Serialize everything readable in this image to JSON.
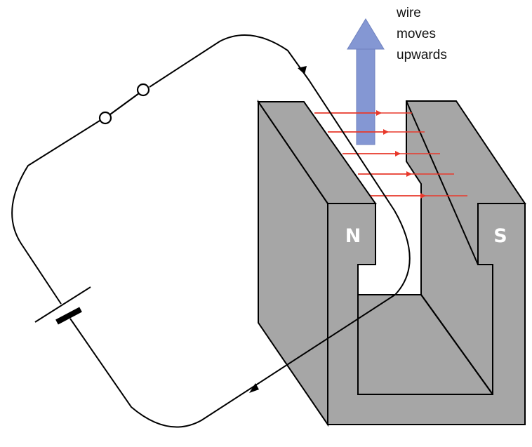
{
  "caption": {
    "lines": [
      "wire",
      "moves",
      "upwards"
    ]
  },
  "magnet": {
    "north_label": "N",
    "south_label": "S"
  },
  "colors": {
    "magnet": "#a6a6a6",
    "field_lines": "#e8392b",
    "force_arrow": "#8497d3",
    "wire": "#000000"
  },
  "icons": [
    "switch-icon",
    "battery-cell-icon",
    "current-direction-arrow-icon",
    "force-arrow-icon"
  ]
}
